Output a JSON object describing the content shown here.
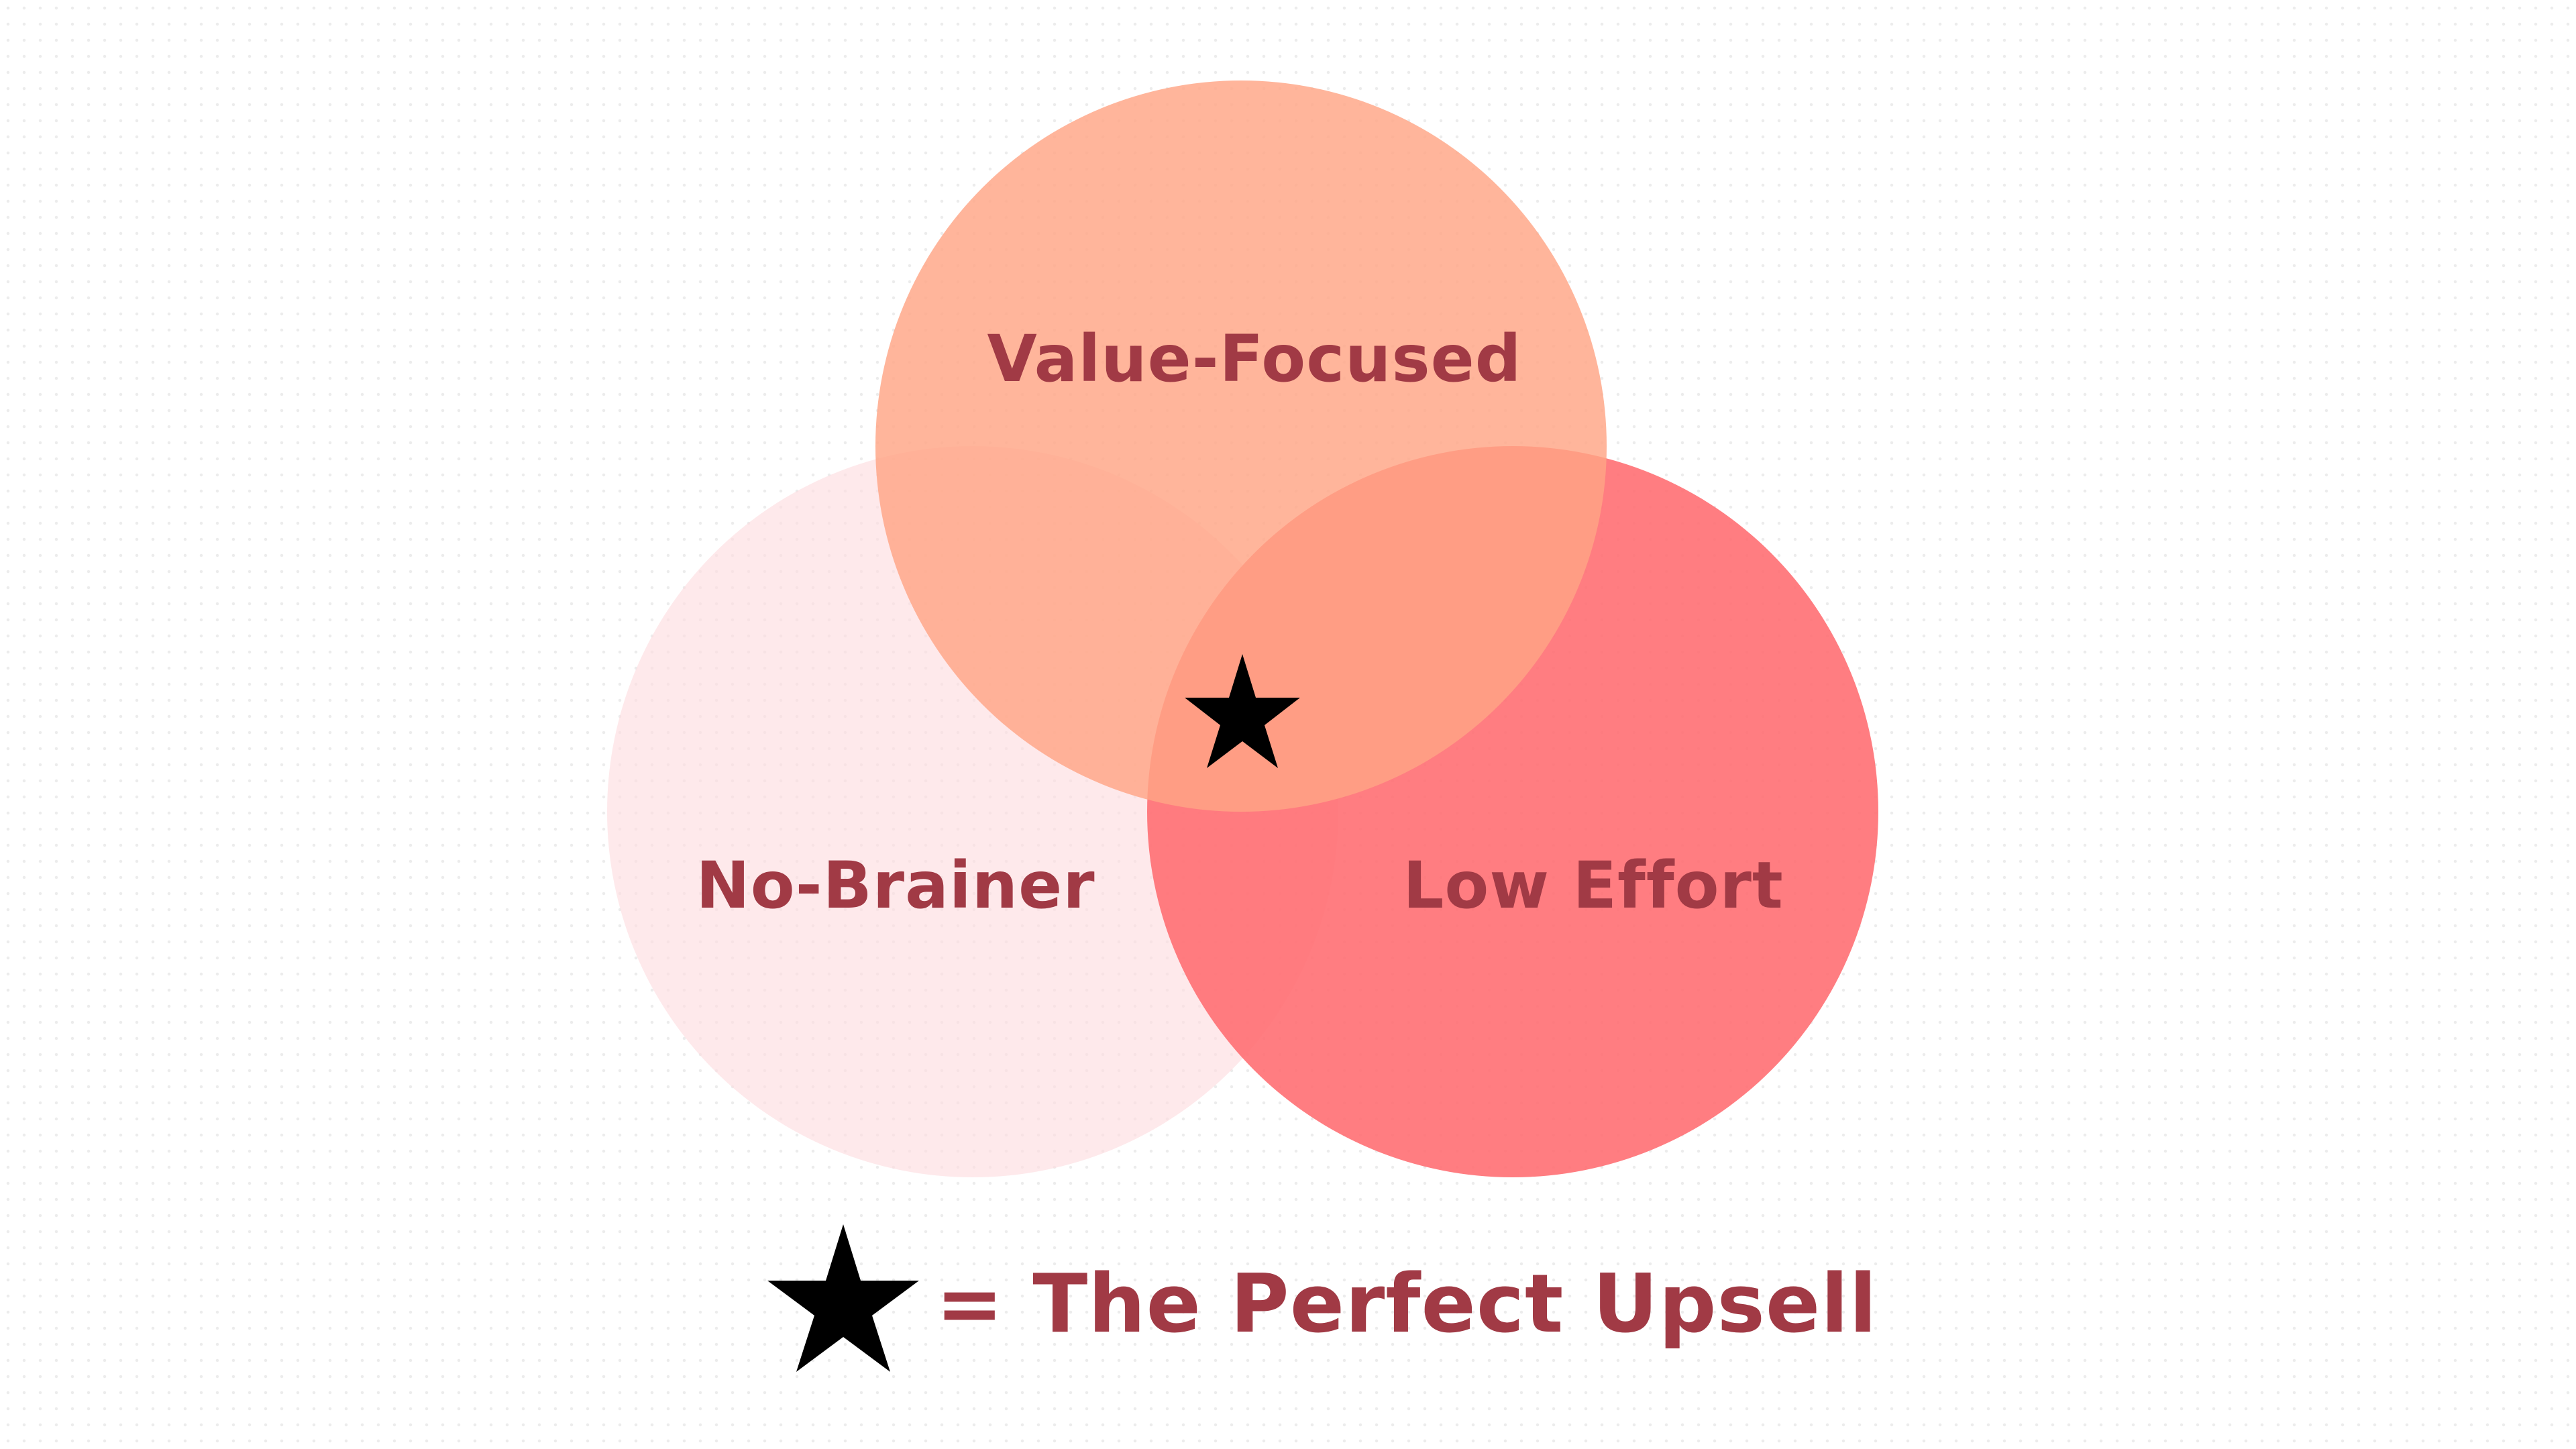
{
  "diagram": {
    "type": "venn",
    "sets": [
      {
        "id": "top",
        "label": "Value-Focused",
        "color": "#FFA585"
      },
      {
        "id": "left",
        "label": "No-Brainer",
        "color": "#FDDCDE"
      },
      {
        "id": "right",
        "label": "Low Effort",
        "color": "#FF6B70"
      }
    ],
    "label_color": "#A13A45",
    "center_marker": {
      "icon": "star-icon",
      "color": "#000000"
    }
  },
  "legend": {
    "icon": "star-icon",
    "text": "= The Perfect Upsell",
    "text_color": "#A13A45"
  }
}
